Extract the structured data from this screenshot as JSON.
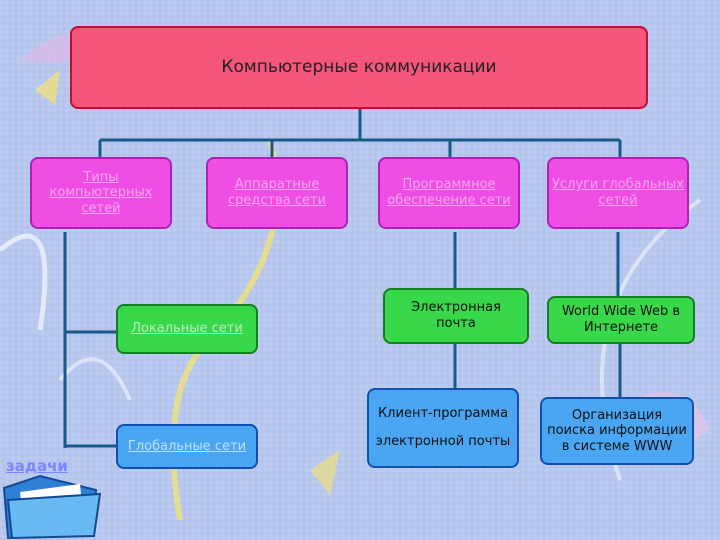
{
  "root": {
    "label": "Компьютерные коммуникации"
  },
  "categories": [
    {
      "label": "Типы компьютерных сетей"
    },
    {
      "label": "Аппаратные средства сети"
    },
    {
      "label": "Программное обеспечение сети"
    },
    {
      "label": "Услуги глобальных сетей"
    }
  ],
  "network_types": {
    "local": "Локальные сети",
    "global": "Глобальные сети"
  },
  "software": {
    "email": "Электронная почта",
    "client_line1": "Клиент-программа",
    "client_line2": "электронной почты"
  },
  "services": {
    "www": "World Wide Web в Интернете",
    "search": "Организация поиска информации в системе WWW"
  },
  "task_link": "задачи",
  "colors": {
    "root_fill": "#f4557a",
    "category_fill": "#ee4ee4",
    "green_fill": "#38d84a",
    "blue_fill": "#4aa6f2",
    "connector": "#1a5a8a"
  }
}
